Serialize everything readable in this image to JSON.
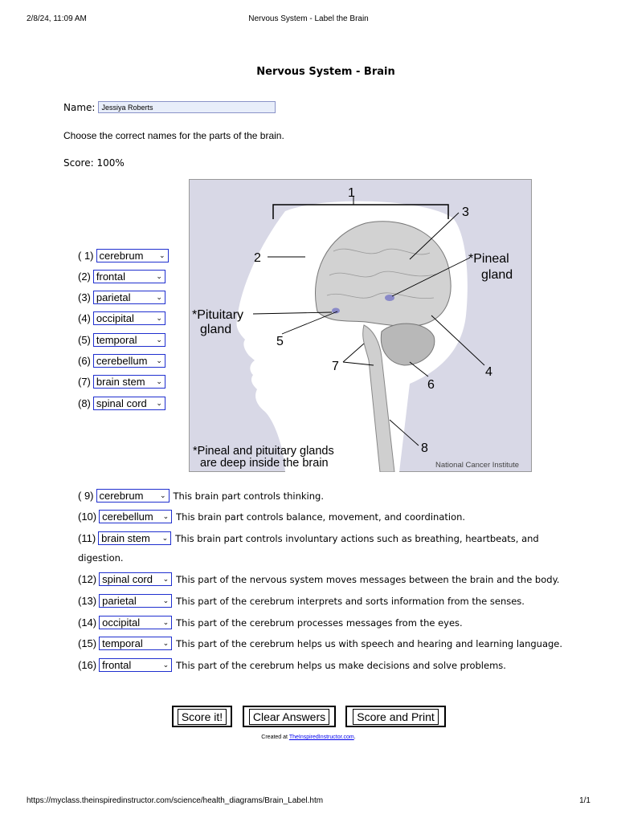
{
  "print_header": {
    "datetime": "2/8/24, 11:09 AM",
    "doc_title": "Nervous System - Label the Brain"
  },
  "page": {
    "title": "Nervous System - Brain",
    "name_label": "Name:",
    "name_value": "Jessiya Roberts",
    "instructions": "Choose the correct names for the parts of the brain.",
    "score_label": "Score: 100%"
  },
  "diagram": {
    "labels": [
      "1",
      "2",
      "3",
      "4",
      "5",
      "6",
      "7",
      "8"
    ],
    "pineal": [
      "*Pineal",
      "gland"
    ],
    "pituitary": [
      "*Pituitary",
      "gland"
    ],
    "footnote": [
      "*Pineal and pituitary glands",
      "are deep inside the brain"
    ],
    "credit": "National Cancer Institute",
    "colors": {
      "bg": "#d8d8e6",
      "brain": "#d5d5d5",
      "head": "#ffffff"
    }
  },
  "part_selects": [
    {
      "num": "( 1)",
      "value": "cerebrum"
    },
    {
      "num": "(2)",
      "value": "frontal"
    },
    {
      "num": "(3)",
      "value": "parietal"
    },
    {
      "num": "(4)",
      "value": "occipital"
    },
    {
      "num": "(5)",
      "value": "temporal"
    },
    {
      "num": "(6)",
      "value": "cerebellum"
    },
    {
      "num": "(7)",
      "value": "brain stem"
    },
    {
      "num": "(8)",
      "value": "spinal cord"
    }
  ],
  "function_questions": [
    {
      "num": "( 9)",
      "value": "cerebrum",
      "text": "This brain part controls thinking."
    },
    {
      "num": "(10)",
      "value": "cerebellum",
      "text": "This brain part controls balance, movement, and coordination."
    },
    {
      "num": "(11)",
      "value": "brain stem",
      "text": "This brain part controls involuntary actions such as breathing, heartbeats, and",
      "continuation": "digestion."
    },
    {
      "num": "(12)",
      "value": "spinal cord",
      "text": "This part of the nervous system moves messages between the brain and the body."
    },
    {
      "num": "(13)",
      "value": "parietal",
      "text": "This part of the cerebrum interprets and sorts information from the senses."
    },
    {
      "num": "(14)",
      "value": "occipital",
      "text": "This part of the cerebrum processes messages from the eyes."
    },
    {
      "num": "(15)",
      "value": "temporal",
      "text": "This part of the cerebrum helps us with speech and hearing and learning language."
    },
    {
      "num": "(16)",
      "value": "frontal",
      "text": "This part of the cerebrum helps us make decisions and solve problems."
    }
  ],
  "buttons": {
    "score": "Score it!",
    "clear": "Clear Answers",
    "print": "Score and Print"
  },
  "credit": {
    "prefix": "Created at ",
    "link": "TheInspiredInstructor.com",
    "suffix": "."
  },
  "print_footer": {
    "url": "https://myclass.theinspiredinstructor.com/science/health_diagrams/Brain_Label.htm",
    "page": "1/1"
  }
}
